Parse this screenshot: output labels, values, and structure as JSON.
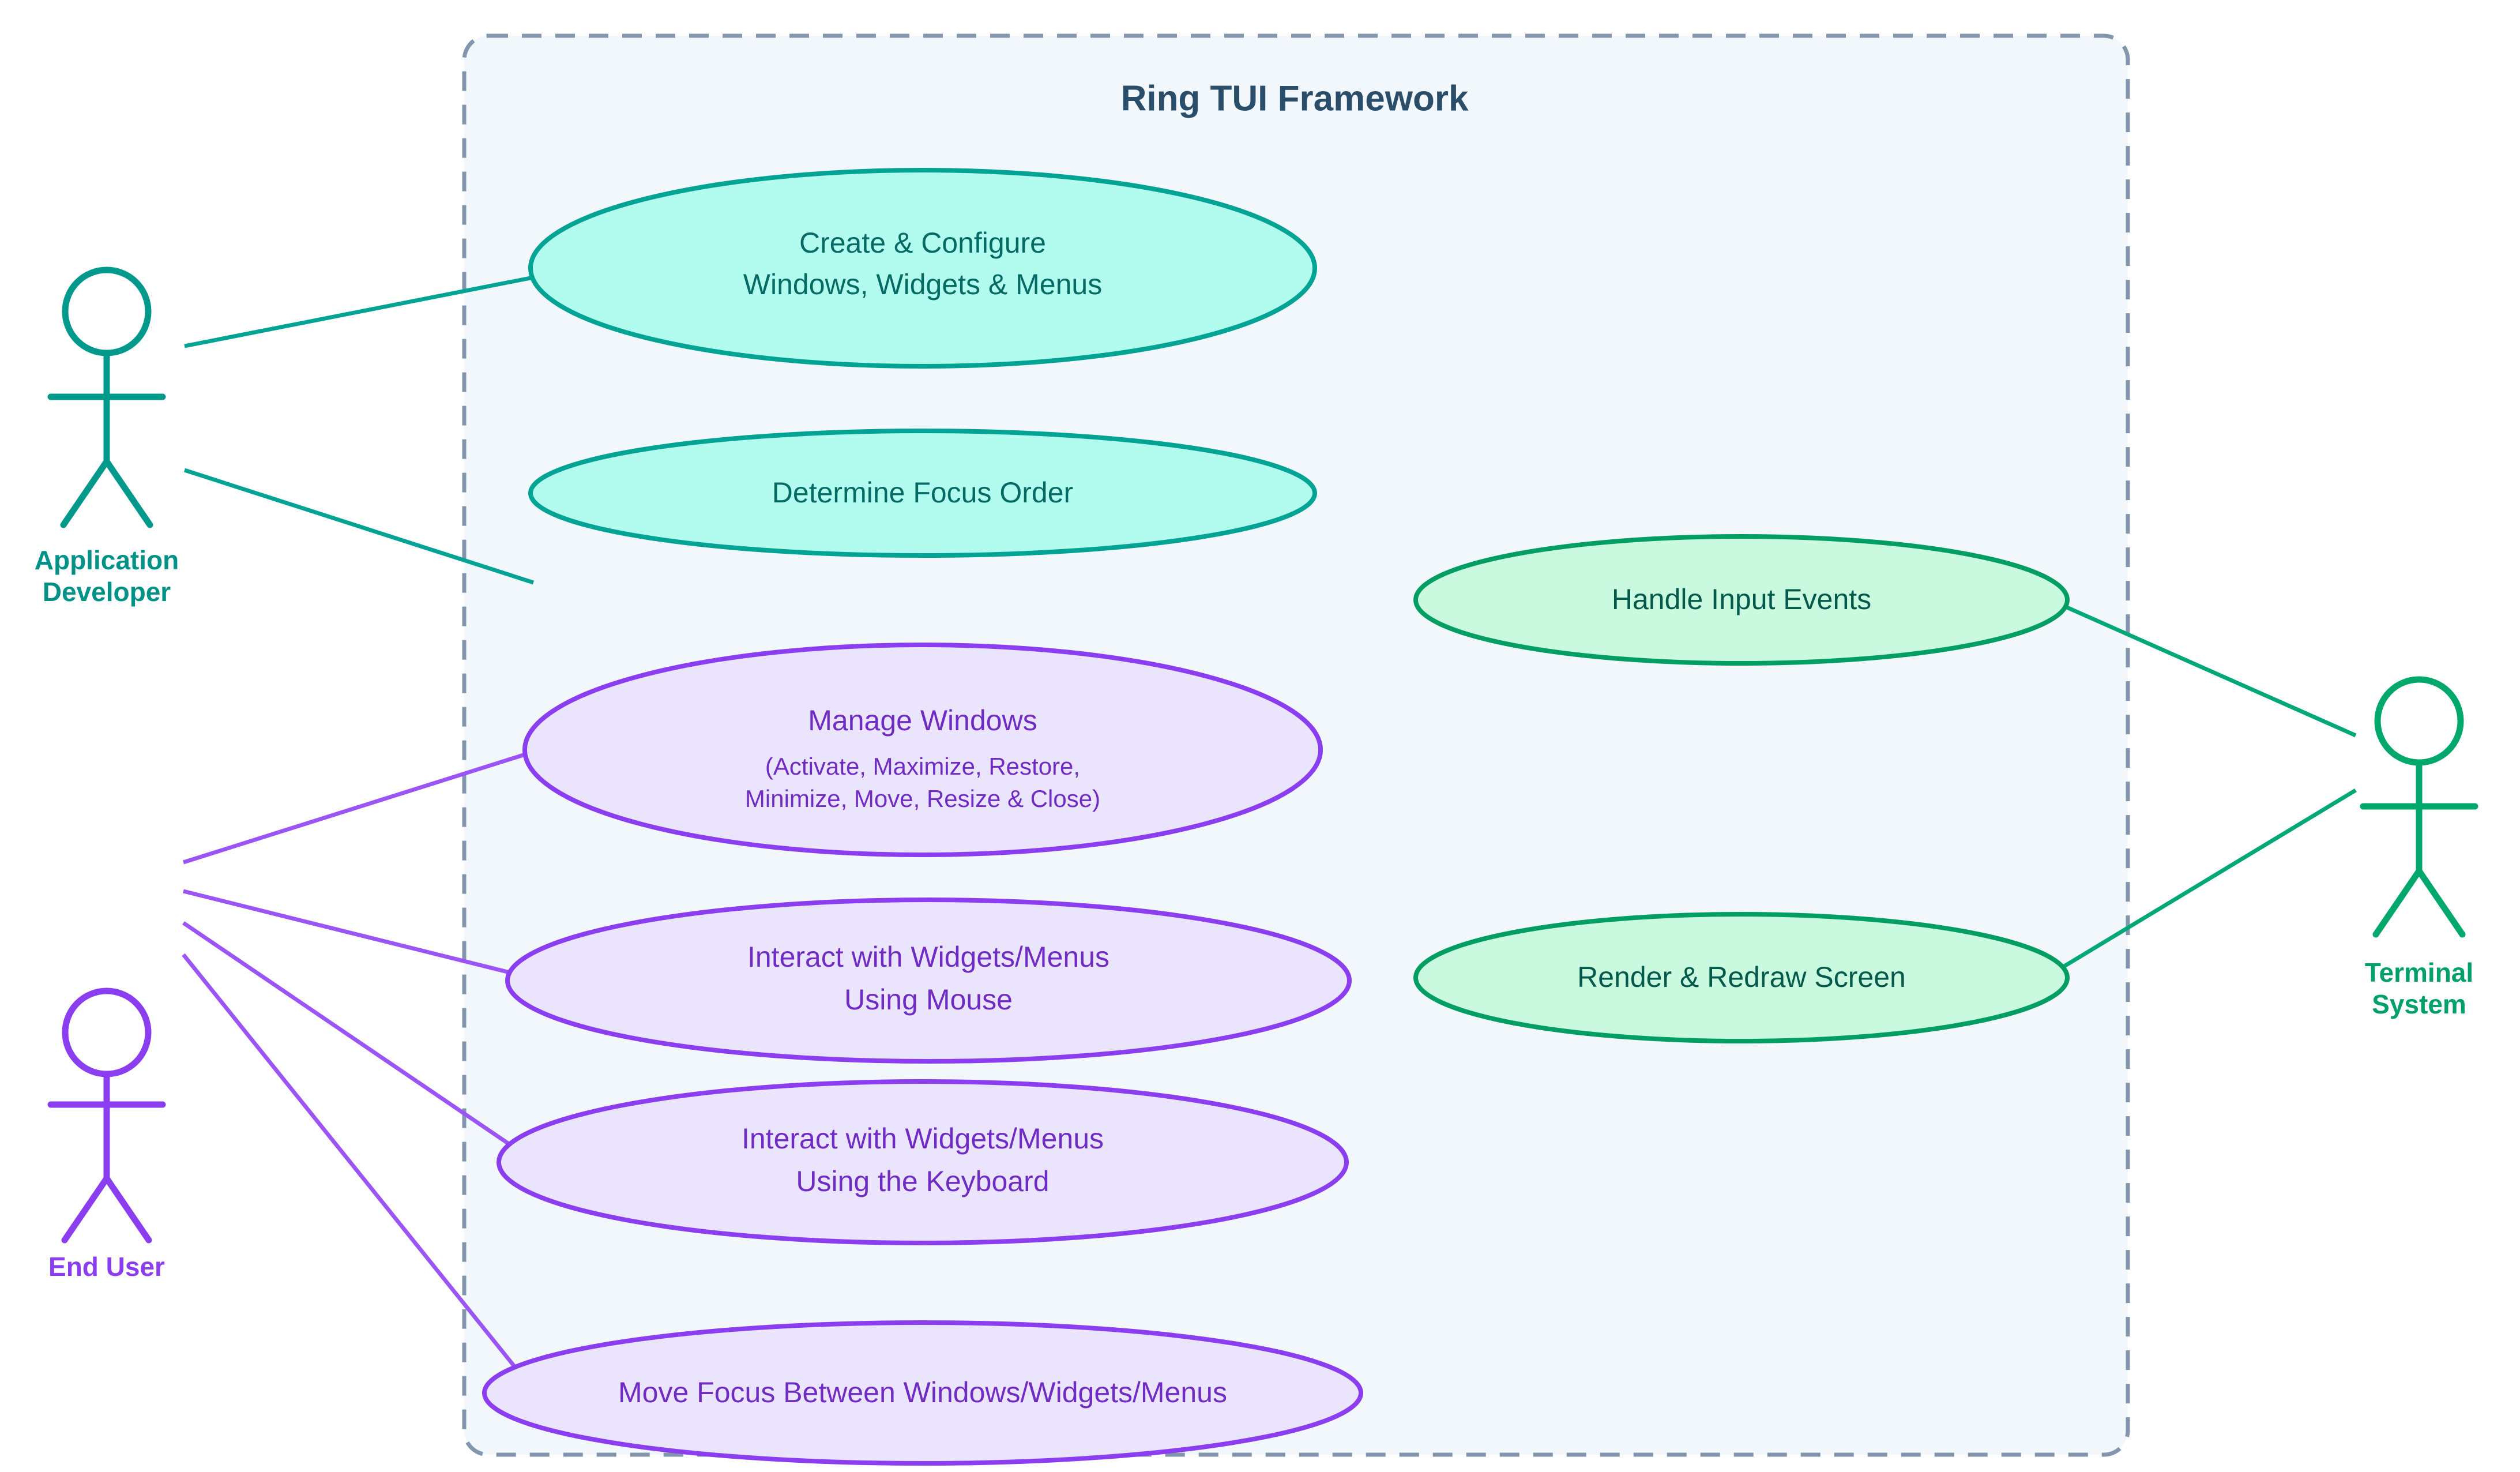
{
  "diagram": {
    "type": "uml-use-case-diagram",
    "boundary_title": "Ring TUI Framework",
    "colors": {
      "boundary_fill": "#f2f7fb",
      "boundary_stroke": "#8496ad",
      "boundary_title_text": "#2a4d69",
      "teal_fill": "#b1fbef",
      "teal_stroke": "#00a394",
      "teal_text": "#046a63",
      "green_fill": "#c9f9de",
      "green_stroke": "#009e63",
      "green_text": "#04594a",
      "purple_fill": "#eae5fd",
      "purple_stroke": "#8b3ef0",
      "purple_text": "#6f2bc4",
      "page_background": "#ffffff"
    },
    "actors": [
      {
        "id": "application-developer",
        "name": "Application Developer",
        "label_lines": [
          "Application",
          "Developer"
        ],
        "color": "#009287"
      },
      {
        "id": "end-user",
        "name": "End User",
        "label_lines": [
          "End User"
        ],
        "color": "#8b3ef0"
      },
      {
        "id": "terminal-system",
        "name": "Terminal System",
        "label_lines": [
          "Terminal",
          "System"
        ],
        "color": "#00a06a"
      }
    ],
    "use_cases": [
      {
        "id": "create-configure",
        "lines": [
          "Create & Configure",
          "Windows, Widgets & Menus"
        ],
        "style": "teal",
        "actor": "application-developer"
      },
      {
        "id": "determine-focus-order",
        "lines": [
          "Determine Focus Order"
        ],
        "style": "teal",
        "actor": "application-developer"
      },
      {
        "id": "manage-windows",
        "lines": [
          "Manage Windows"
        ],
        "sub_lines": [
          "(Activate, Maximize, Restore,",
          "Minimize, Move, Resize & Close)"
        ],
        "style": "purple",
        "actor": "end-user"
      },
      {
        "id": "interact-mouse",
        "lines": [
          "Interact with Widgets/Menus",
          "Using Mouse"
        ],
        "style": "purple",
        "actor": "end-user"
      },
      {
        "id": "interact-keyboard",
        "lines": [
          "Interact with Widgets/Menus",
          "Using the Keyboard"
        ],
        "style": "purple",
        "actor": "end-user"
      },
      {
        "id": "move-focus",
        "lines": [
          "Move Focus Between Windows/Widgets/Menus"
        ],
        "style": "purple",
        "actor": "end-user"
      },
      {
        "id": "handle-input-events",
        "lines": [
          "Handle Input Events"
        ],
        "style": "green",
        "actor": "terminal-system"
      },
      {
        "id": "render-redraw-screen",
        "lines": [
          "Render & Redraw Screen"
        ],
        "style": "green",
        "actor": "terminal-system"
      }
    ]
  }
}
